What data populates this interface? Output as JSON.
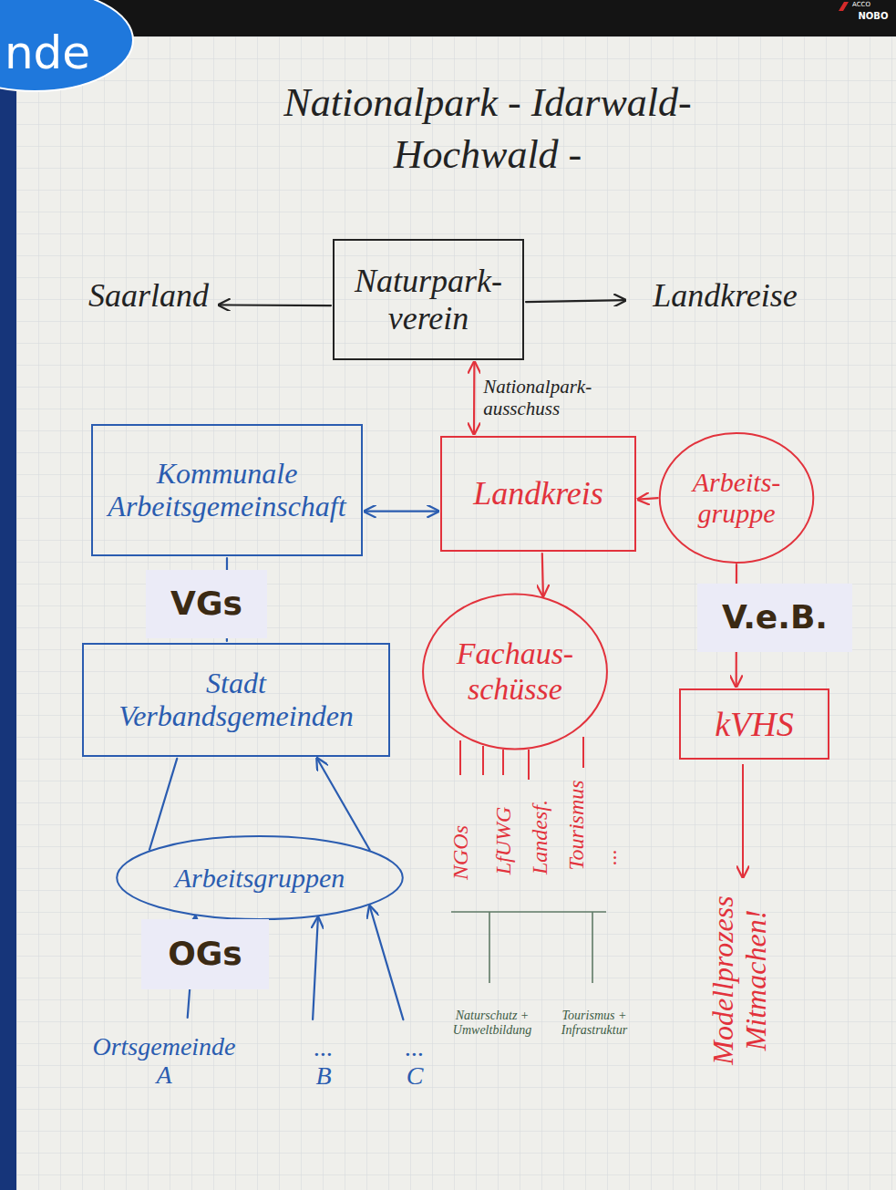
{
  "diagram": {
    "title": "Nationalpark - Idarwald- Hochwald -",
    "nodes": [
      {
        "text": [
          "Saarland"
        ]
      },
      {
        "text": [
          "Naturpark- verein"
        ]
      },
      {
        "text": [
          "Landkreise"
        ]
      },
      {
        "text": [
          "Kommunale Arbeitsgemeinschaft"
        ]
      },
      {
        "text": [
          "Landkreis"
        ]
      },
      {
        "text": [
          "Arbeits- gruppe"
        ]
      },
      {
        "text": [
          "VGs"
        ]
      },
      {
        "text": [
          "V.e.B."
        ]
      },
      {
        "text": [
          "Stadt Verbandsgemeinden"
        ]
      },
      {
        "text": [
          "Fachaus- schüsse"
        ]
      },
      {
        "text": [
          "kVHS"
        ]
      },
      {
        "text": [
          "Arbeitsgruppen"
        ]
      },
      {
        "text": [
          "OGs"
        ]
      },
      {
        "text": [
          "Ortsgemeinde",
          "A"
        ]
      },
      {
        "text": [
          "...",
          "B"
        ]
      },
      {
        "text": [
          "...",
          "C"
        ]
      }
    ],
    "edges": [
      {
        "from": 1,
        "to": 0,
        "arrow": "to"
      },
      {
        "from": 1,
        "to": 2,
        "arrow": "to"
      },
      {
        "from": 1,
        "to": 4,
        "label": "Nationalpark- ausschuss",
        "arrow": "both"
      },
      {
        "from": 3,
        "to": 4,
        "arrow": "both"
      },
      {
        "from": 5,
        "to": 4,
        "arrow": "to"
      },
      {
        "from": 4,
        "to": 9,
        "arrow": "to"
      },
      {
        "from": 3,
        "to": 8,
        "arrow": "none"
      },
      {
        "from": 5,
        "to": 10,
        "arrow": "to"
      },
      {
        "from": 11,
        "to": 8,
        "arrow": "to"
      },
      {
        "from": 13,
        "to": 11,
        "arrow": "to"
      },
      {
        "from": 14,
        "to": 11,
        "arrow": "to"
      },
      {
        "from": 15,
        "to": 11,
        "arrow": "to"
      }
    ],
    "labels": [
      "nde",
      "ACCO",
      "NOBO",
      "NGOs",
      "LfUWG",
      "Landesf.",
      "Tourismus",
      "...",
      "Naturschutz + Umweltbildung",
      "Tourismus + Infrastruktur",
      "Modellprozess Mitmachen!"
    ]
  }
}
